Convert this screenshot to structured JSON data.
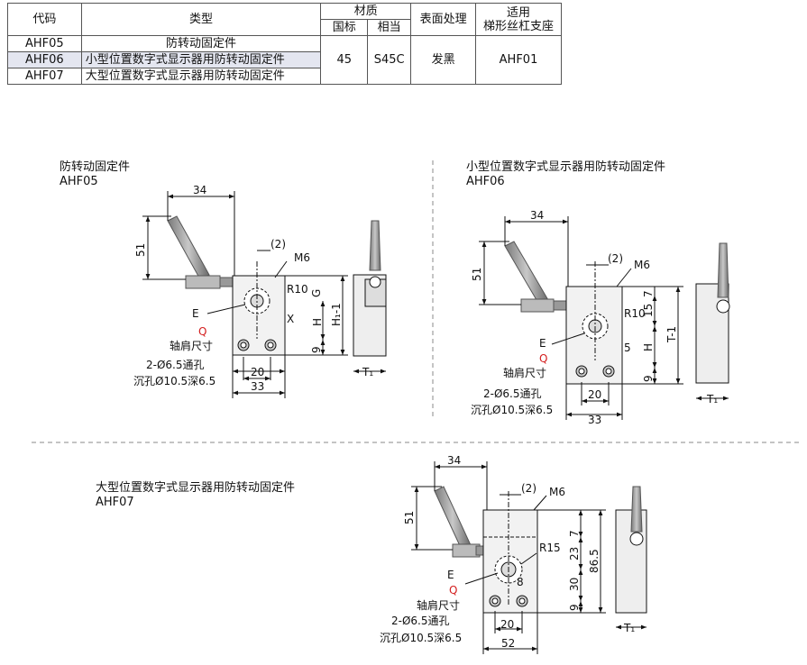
{
  "table": {
    "headers": {
      "code": "代码",
      "type": "类型",
      "material": "材质",
      "material_gb": "国标",
      "material_eq": "相当",
      "surface": "表面处理",
      "applicable_1": "适用",
      "applicable_2": "梯形丝杠支座"
    },
    "rows": [
      {
        "code": "AHF05",
        "type": "防转动固定件"
      },
      {
        "code": "AHF06",
        "type": "小型位置数字式显示器用防转动固定件"
      },
      {
        "code": "AHF07",
        "type": "大型位置数字式显示器用防转动固定件"
      }
    ],
    "shared": {
      "gb": "45",
      "eq": "S45C",
      "surface": "发黑",
      "support": "AHF01"
    }
  },
  "drawings": {
    "d1": {
      "title": "防转动固定件",
      "code": "AHF05"
    },
    "d2": {
      "title": "小型位置数字式显示器用防转动固定件",
      "code": "AHF06"
    },
    "d3": {
      "title": "大型位置数字式显示器用防转动固定件",
      "code": "AHF07"
    }
  },
  "dims": {
    "d34": "34",
    "d51": "51",
    "d2": "(2)",
    "m6": "M6",
    "r10": "R10",
    "r15": "R15",
    "g": "G",
    "x": "X",
    "h": "H",
    "h11": "H₁-1",
    "t1v": "T-1",
    "t1": "T₁",
    "e": "E",
    "q": "Q",
    "shaft": "轴肩尺寸",
    "hole": "2-Ø6.5通孔",
    "cbore": "沉孔Ø10.5深6.5",
    "d9": "9",
    "d20": "20",
    "d33": "33",
    "d52": "52",
    "d7": "7",
    "d15": "15",
    "d5": "5",
    "d23": "23",
    "d30": "30",
    "d8": "8",
    "d865": "86.5"
  },
  "colors": {
    "accent": "#d42020",
    "highlight": "#e4e6f0",
    "line": "#555555"
  }
}
